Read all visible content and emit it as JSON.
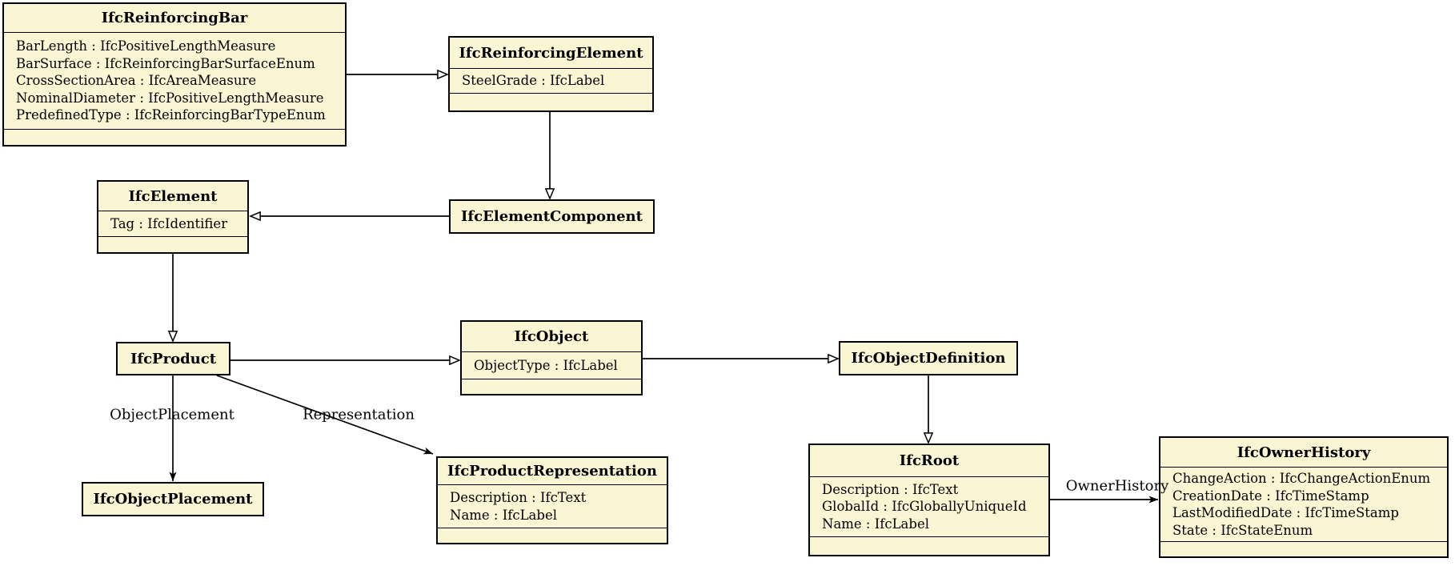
{
  "diagram_type": "uml-class-diagram",
  "colors": {
    "box_fill": "#FAF6D4",
    "box_border": "#000000",
    "edge": "#000000",
    "text": "#000000",
    "background": "#FFFFFF"
  },
  "classes": [
    {
      "name": "IfcReinforcingBar",
      "attributes": [
        "BarLength : IfcPositiveLengthMeasure",
        "BarSurface : IfcReinforcingBarSurfaceEnum",
        "CrossSectionArea : IfcAreaMeasure",
        "NominalDiameter : IfcPositiveLengthMeasure",
        "PredefinedType : IfcReinforcingBarTypeEnum"
      ]
    },
    {
      "name": "IfcReinforcingElement",
      "attributes": [
        "SteelGrade : IfcLabel"
      ]
    },
    {
      "name": "IfcElementComponent",
      "attributes": []
    },
    {
      "name": "IfcElement",
      "attributes": [
        "Tag : IfcIdentifier"
      ]
    },
    {
      "name": "IfcProduct",
      "attributes": []
    },
    {
      "name": "IfcObject",
      "attributes": [
        "ObjectType : IfcLabel"
      ]
    },
    {
      "name": "IfcObjectDefinition",
      "attributes": []
    },
    {
      "name": "IfcRoot",
      "attributes": [
        "Description : IfcText",
        "GlobalId : IfcGloballyUniqueId",
        "Name : IfcLabel"
      ]
    },
    {
      "name": "IfcOwnerHistory",
      "attributes": [
        "ChangeAction : IfcChangeActionEnum",
        "CreationDate : IfcTimeStamp",
        "LastModifiedDate : IfcTimeStamp",
        "State : IfcStateEnum"
      ]
    },
    {
      "name": "IfcObjectPlacement",
      "attributes": []
    },
    {
      "name": "IfcProductRepresentation",
      "attributes": [
        "Description : IfcText",
        "Name : IfcLabel"
      ]
    }
  ],
  "relationships": [
    {
      "from": "IfcReinforcingBar",
      "to": "IfcReinforcingElement",
      "type": "generalization",
      "label": ""
    },
    {
      "from": "IfcReinforcingElement",
      "to": "IfcElementComponent",
      "type": "generalization",
      "label": ""
    },
    {
      "from": "IfcElementComponent",
      "to": "IfcElement",
      "type": "generalization",
      "label": ""
    },
    {
      "from": "IfcElement",
      "to": "IfcProduct",
      "type": "generalization",
      "label": ""
    },
    {
      "from": "IfcProduct",
      "to": "IfcObject",
      "type": "generalization",
      "label": ""
    },
    {
      "from": "IfcObject",
      "to": "IfcObjectDefinition",
      "type": "generalization",
      "label": ""
    },
    {
      "from": "IfcObjectDefinition",
      "to": "IfcRoot",
      "type": "generalization",
      "label": ""
    },
    {
      "from": "IfcRoot",
      "to": "IfcOwnerHistory",
      "type": "association",
      "label": "OwnerHistory"
    },
    {
      "from": "IfcProduct",
      "to": "IfcObjectPlacement",
      "type": "association",
      "label": "ObjectPlacement"
    },
    {
      "from": "IfcProduct",
      "to": "IfcProductRepresentation",
      "type": "association",
      "label": "Representation"
    }
  ]
}
